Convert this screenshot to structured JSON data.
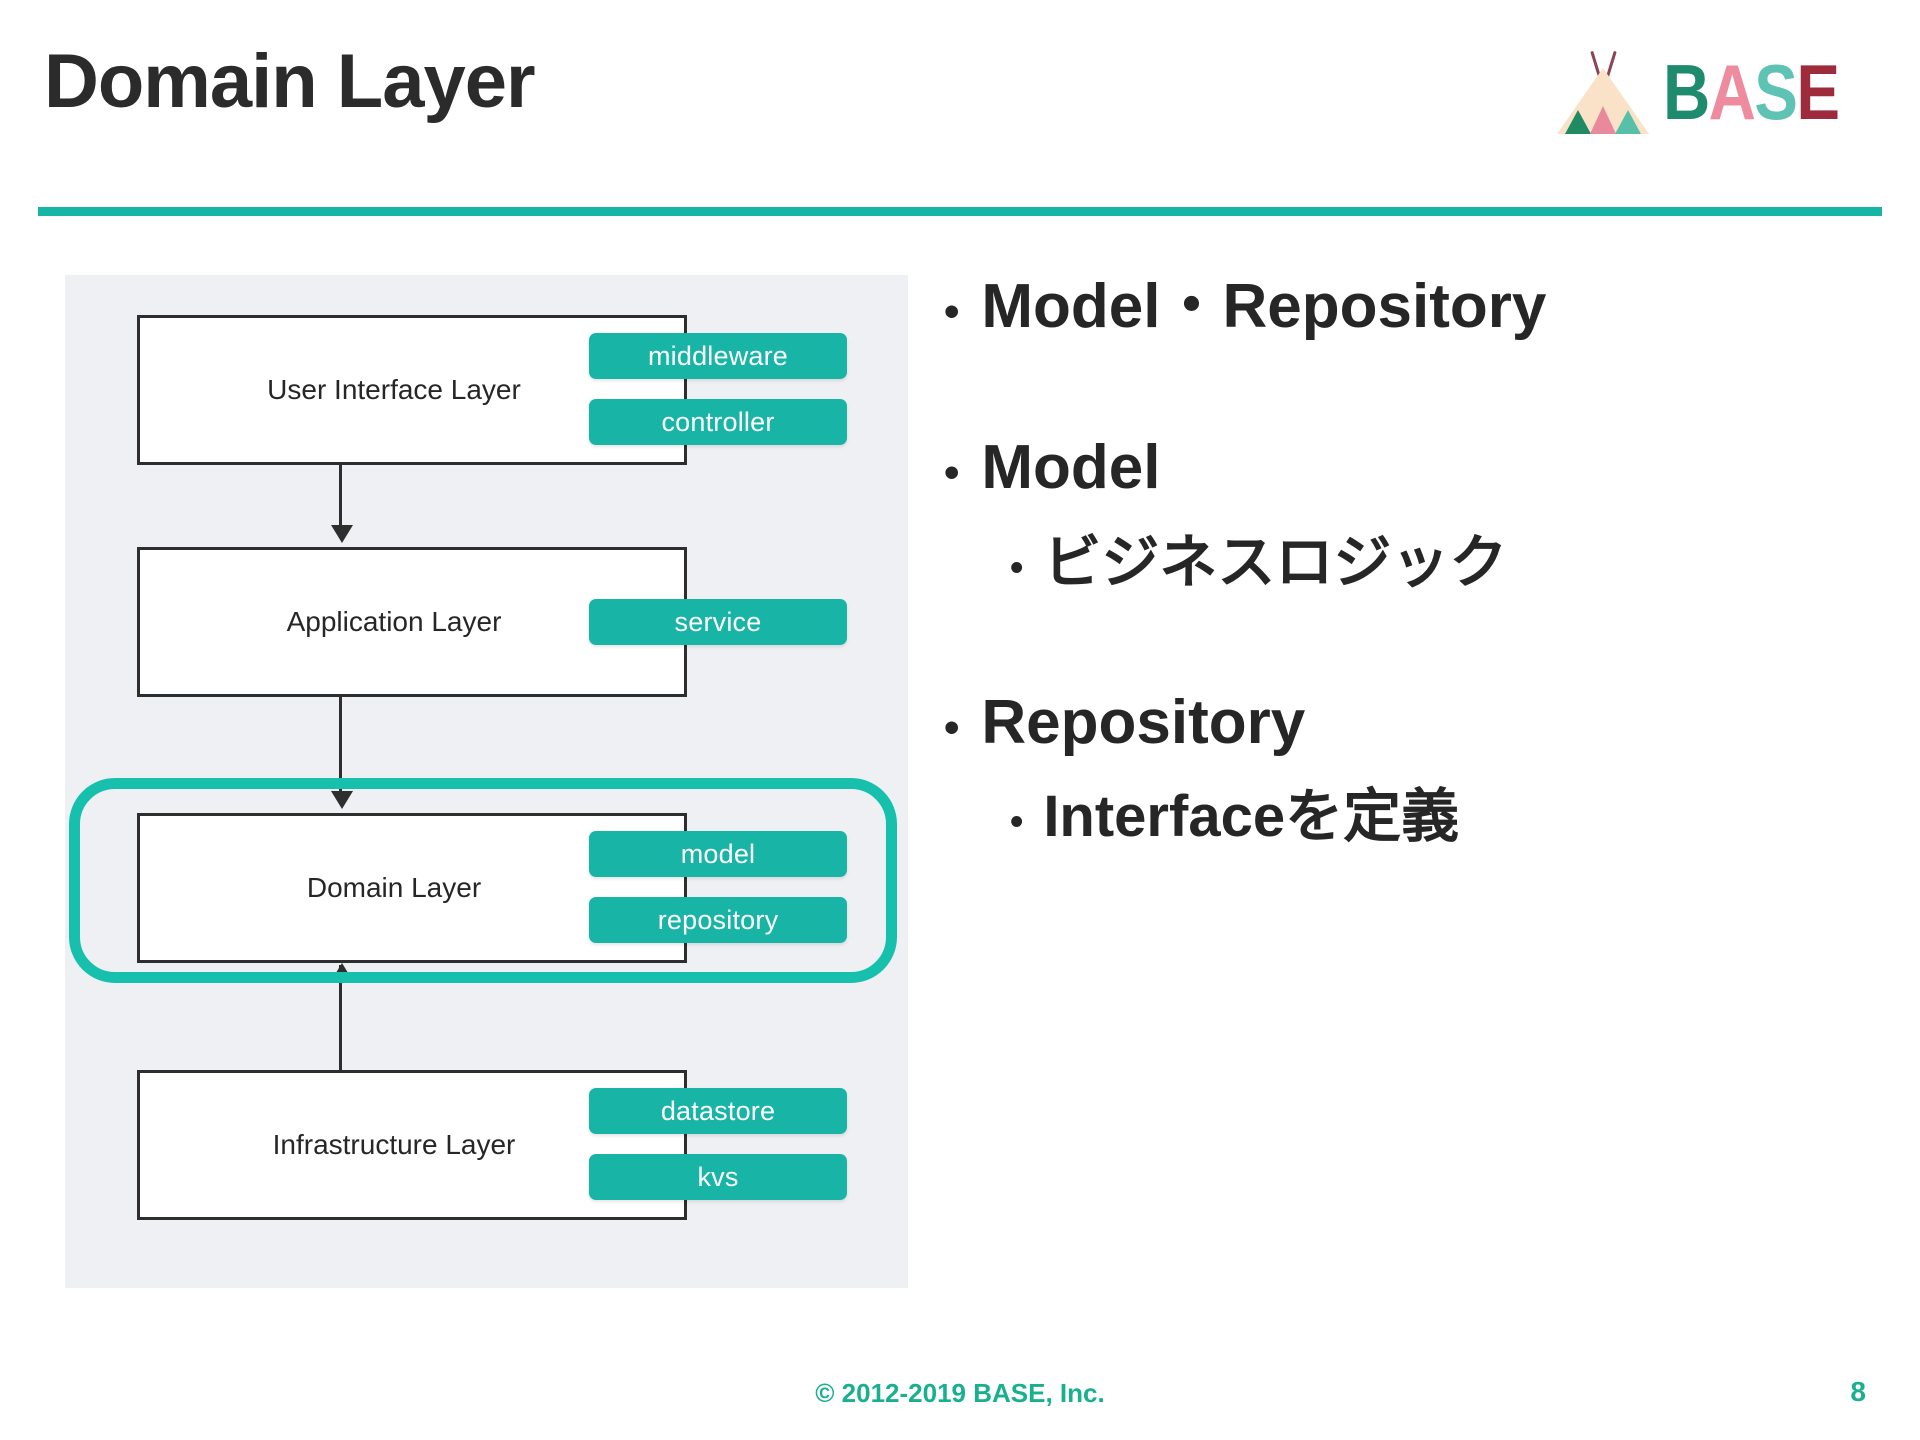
{
  "slide": {
    "title": "Domain Layer",
    "accent_color": "#17b5a6",
    "title_color": "#2b2b2b"
  },
  "logo": {
    "icon_name": "base-teepee-icon",
    "letters": [
      "B",
      "A",
      "S",
      "E"
    ],
    "letter_colors": [
      "#1e8a6e",
      "#ef8b9e",
      "#5ec3b4",
      "#9e2b3c"
    ],
    "tent_color": "#fae2c8",
    "pole_color": "#8e4352",
    "small_triangle_colors": [
      "#1f8a63",
      "#e8899c",
      "#58c0a8"
    ]
  },
  "diagram": {
    "background": "#eef0f4",
    "tag_color": "#18b5a7",
    "highlight_color": "#16c0ad",
    "layers": [
      {
        "name": "User Interface Layer",
        "tags": [
          "middleware",
          "controller"
        ],
        "highlighted": false
      },
      {
        "name": "Application Layer",
        "tags": [
          "service"
        ],
        "highlighted": false
      },
      {
        "name": "Domain Layer",
        "tags": [
          "model",
          "repository"
        ],
        "highlighted": true
      },
      {
        "name": "Infrastructure Layer",
        "tags": [
          "datastore",
          "kvs"
        ],
        "highlighted": false
      }
    ]
  },
  "bullets": {
    "b1": "Model・Repository",
    "b2": "Model",
    "b2_sub1": "ビジネスロジック",
    "b3": "Repository",
    "b3_sub1": "Interfaceを定義",
    "marker": "•"
  },
  "footer": {
    "copyright": "© 2012-2019 BASE, Inc.",
    "page_number": "8",
    "color": "#18b08f"
  }
}
